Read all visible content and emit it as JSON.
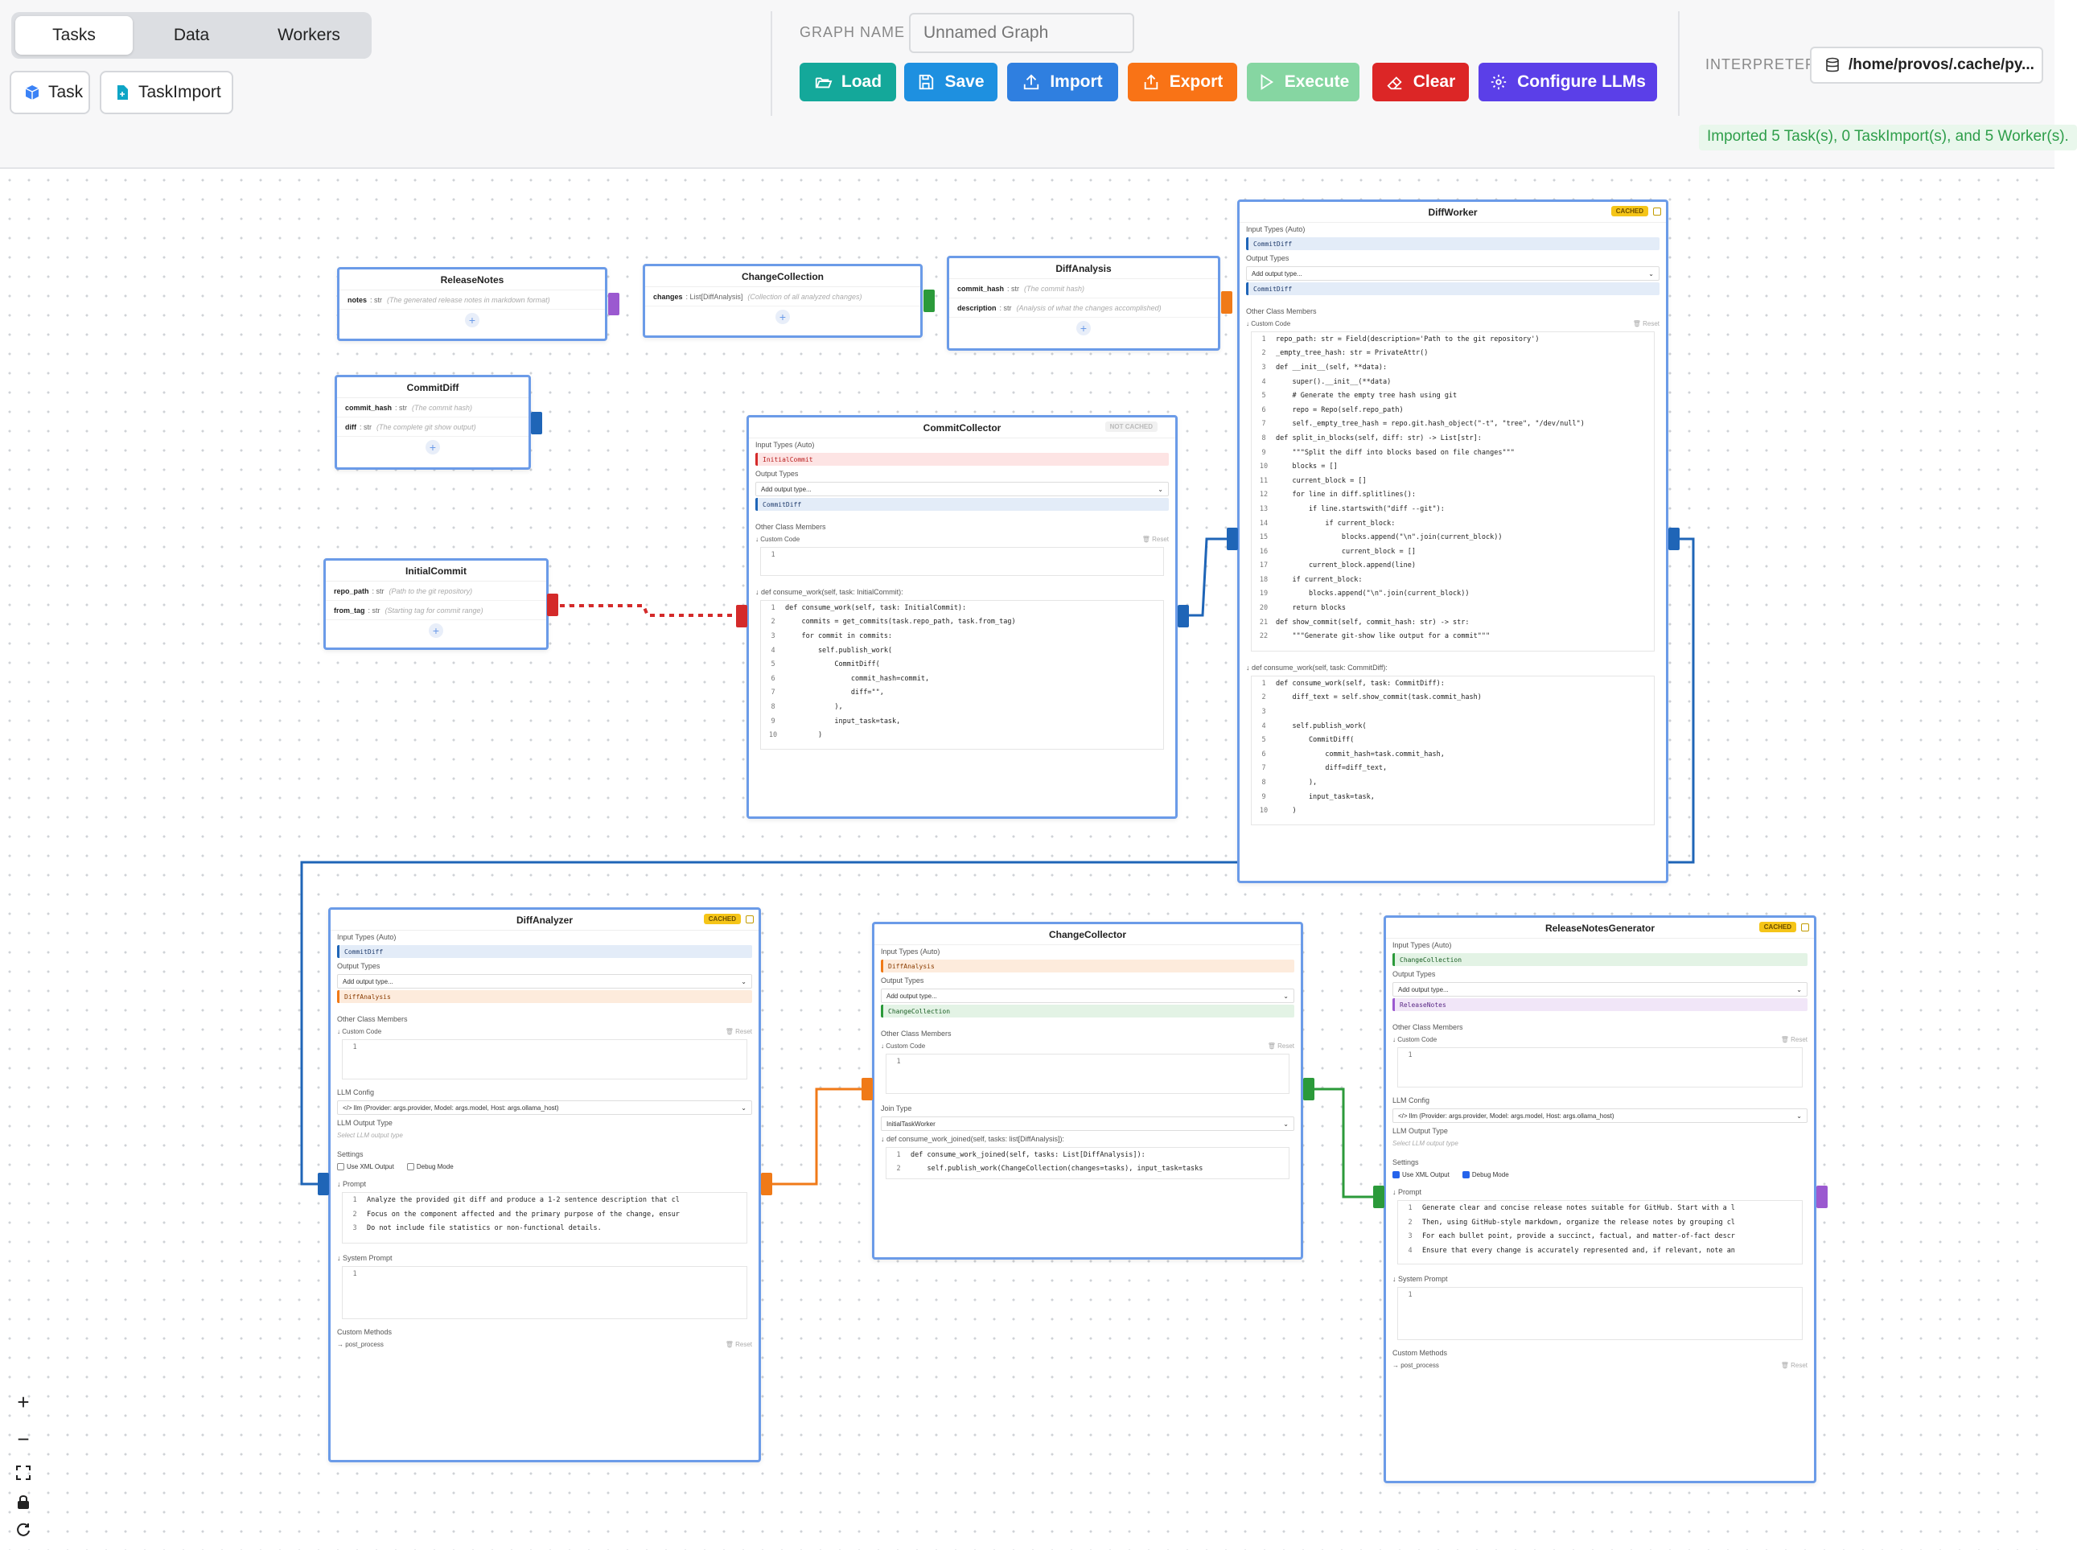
{
  "sidebar": {
    "tabs": [
      "Tasks",
      "Data",
      "Workers"
    ],
    "task_button": "Task",
    "taskimport_button": "TaskImport"
  },
  "header": {
    "graph_name_label": "GRAPH NAME",
    "graph_name_placeholder": "Unnamed Graph",
    "interpreter_label": "INTERPRETER",
    "interpreter_path": "/home/provos/.cache/py...",
    "status": "Imported 5 Task(s), 0 TaskImport(s), and 5 Worker(s)."
  },
  "toolbar": {
    "load": "Load",
    "save": "Save",
    "import": "Import",
    "export": "Export",
    "execute": "Execute",
    "clear": "Clear",
    "configure": "Configure LLMs"
  },
  "colors": {
    "load": "#14a89a",
    "save": "#1e90e0",
    "import": "#2f7fe0",
    "export": "#f97316",
    "execute": "#86d6a2",
    "clear": "#dc2626",
    "configure": "#5b3fe8",
    "edge_blue": "#1f65b7",
    "edge_red": "#d42a2a",
    "edge_orange": "#f07a18",
    "edge_green": "#2b9a3a"
  },
  "labels": {
    "input_types": "Input Types (Auto)",
    "output_types": "Output Types",
    "add_output": "Add output type...",
    "other_members": "Other Class Members",
    "custom_code": "Custom Code",
    "reset": "Reset",
    "cached": "CACHED",
    "not_cached": "NOT CACHED",
    "llm_config": "LLM Config",
    "llm_output_type": "LLM Output Type",
    "select_llm": "Select LLM output type",
    "settings": "Settings",
    "use_xml": "Use XML Output",
    "debug": "Debug Mode",
    "prompt": "Prompt",
    "system_prompt": "System Prompt",
    "custom_methods": "Custom Methods",
    "post_process": "post_process",
    "join_type": "Join Type",
    "llm_value": "llm (Provider: args.provider, Model: args.model, Host: args.ollama_host)"
  },
  "tasks": {
    "releasenotes": {
      "title": "ReleaseNotes",
      "fields": [
        {
          "name": "notes",
          "type": ": str",
          "desc": "(The generated release notes in markdown format)"
        }
      ]
    },
    "changecollection": {
      "title": "ChangeCollection",
      "fields": [
        {
          "name": "changes",
          "type": ": List[DiffAnalysis]",
          "desc": "(Collection of all analyzed changes)"
        }
      ]
    },
    "diffanalysis": {
      "title": "DiffAnalysis",
      "fields": [
        {
          "name": "commit_hash",
          "type": ": str",
          "desc": "(The commit hash)"
        },
        {
          "name": "description",
          "type": ": str",
          "desc": "(Analysis of what the changes accomplished)"
        }
      ]
    },
    "commitdiff": {
      "title": "CommitDiff",
      "fields": [
        {
          "name": "commit_hash",
          "type": ": str",
          "desc": "(The commit hash)"
        },
        {
          "name": "diff",
          "type": ": str",
          "desc": "(The complete git show output)"
        }
      ]
    },
    "initialcommit": {
      "title": "InitialCommit",
      "fields": [
        {
          "name": "repo_path",
          "type": ": str",
          "desc": "(Path to the git repository)"
        },
        {
          "name": "from_tag",
          "type": ": str",
          "desc": "(Starting tag for commit range)"
        }
      ]
    }
  },
  "workers": {
    "commitcollector": {
      "title": "CommitCollector",
      "input": "InitialCommit",
      "output": "CommitDiff",
      "consume": "def consume_work(self, task: InitialCommit):",
      "code": [
        "def consume_work(self, task: InitialCommit):",
        "    commits = get_commits(task.repo_path, task.from_tag)",
        "    for commit in commits:",
        "        self.publish_work(",
        "            CommitDiff(",
        "                commit_hash=commit,",
        "                diff=\"\",",
        "            ),",
        "            input_task=task,",
        "        )"
      ]
    },
    "diffworker": {
      "title": "DiffWorker",
      "input": "CommitDiff",
      "output": "CommitDiff",
      "consume": "def consume_work(self, task: CommitDiff):",
      "custom": [
        "repo_path: str = Field(description='Path to the git repository')",
        "_empty_tree_hash: str = PrivateAttr()",
        "def __init__(self, **data):",
        "    super().__init__(**data)",
        "    # Generate the empty tree hash using git",
        "    repo = Repo(self.repo_path)",
        "    self._empty_tree_hash = repo.git.hash_object(\"-t\", \"tree\", \"/dev/null\")",
        "def split_in_blocks(self, diff: str) -> List[str]:",
        "    \"\"\"Split the diff into blocks based on file changes\"\"\"",
        "    blocks = []",
        "    current_block = []",
        "    for line in diff.splitlines():",
        "        if line.startswith(\"diff --git\"):",
        "            if current_block:",
        "                blocks.append(\"\\n\".join(current_block))",
        "                current_block = []",
        "        current_block.append(line)",
        "    if current_block:",
        "        blocks.append(\"\\n\".join(current_block))",
        "    return blocks",
        "def show_commit(self, commit_hash: str) -> str:",
        "    \"\"\"Generate git-show like output for a commit\"\"\""
      ],
      "code": [
        "def consume_work(self, task: CommitDiff):",
        "    diff_text = self.show_commit(task.commit_hash)",
        "",
        "    self.publish_work(",
        "        CommitDiff(",
        "            commit_hash=task.commit_hash,",
        "            diff=diff_text,",
        "        ),",
        "        input_task=task,",
        "    )"
      ]
    },
    "diffanalyzer": {
      "title": "DiffAnalyzer",
      "input": "CommitDiff",
      "output": "DiffAnalysis",
      "prompt": [
        "Analyze the provided git diff and produce a 1-2 sentence description that cl",
        "Focus on the component affected and the primary purpose of the change, ensur",
        "Do not include file statistics or non-functional details."
      ]
    },
    "changecollector": {
      "title": "ChangeCollector",
      "input": "DiffAnalysis",
      "output": "ChangeCollection",
      "join": "InitialTaskWorker",
      "consume": "def consume_work_joined(self, tasks: list[DiffAnalysis]):",
      "code": [
        "def consume_work_joined(self, tasks: List[DiffAnalysis]):",
        "    self.publish_work(ChangeCollection(changes=tasks), input_task=tasks"
      ]
    },
    "releasenotesgenerator": {
      "title": "ReleaseNotesGenerator",
      "input": "ChangeCollection",
      "output": "ReleaseNotes",
      "prompt": [
        "Generate clear and concise release notes suitable for GitHub. Start with a l",
        "Then, using GitHub-style markdown, organize the release notes by grouping cl",
        "For each bullet point, provide a succinct, factual, and matter-of-fact descr",
        "Ensure that every change is accurately represented and, if relevant, note an"
      ]
    }
  },
  "zoom": {
    "in": "+",
    "out": "−"
  }
}
